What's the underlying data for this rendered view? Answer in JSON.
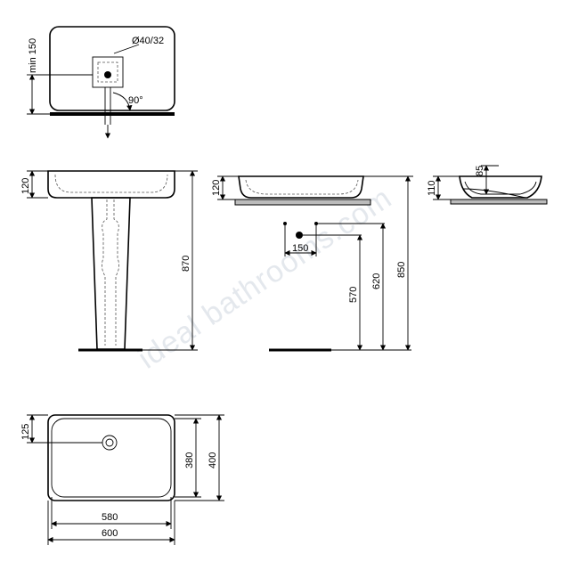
{
  "watermark": "ideal bathrooms.com",
  "dimensions": {
    "min150": "min 150",
    "waste": "Ø40/32",
    "angle": "90°",
    "h120_front": "120",
    "h870": "870",
    "h120_side": "120",
    "h150": "150",
    "h570": "570",
    "h620": "620",
    "h850": "850",
    "h110": "110",
    "h85": "85",
    "p125": "125",
    "p380": "380",
    "p400": "400",
    "w580": "580",
    "w600": "600"
  }
}
